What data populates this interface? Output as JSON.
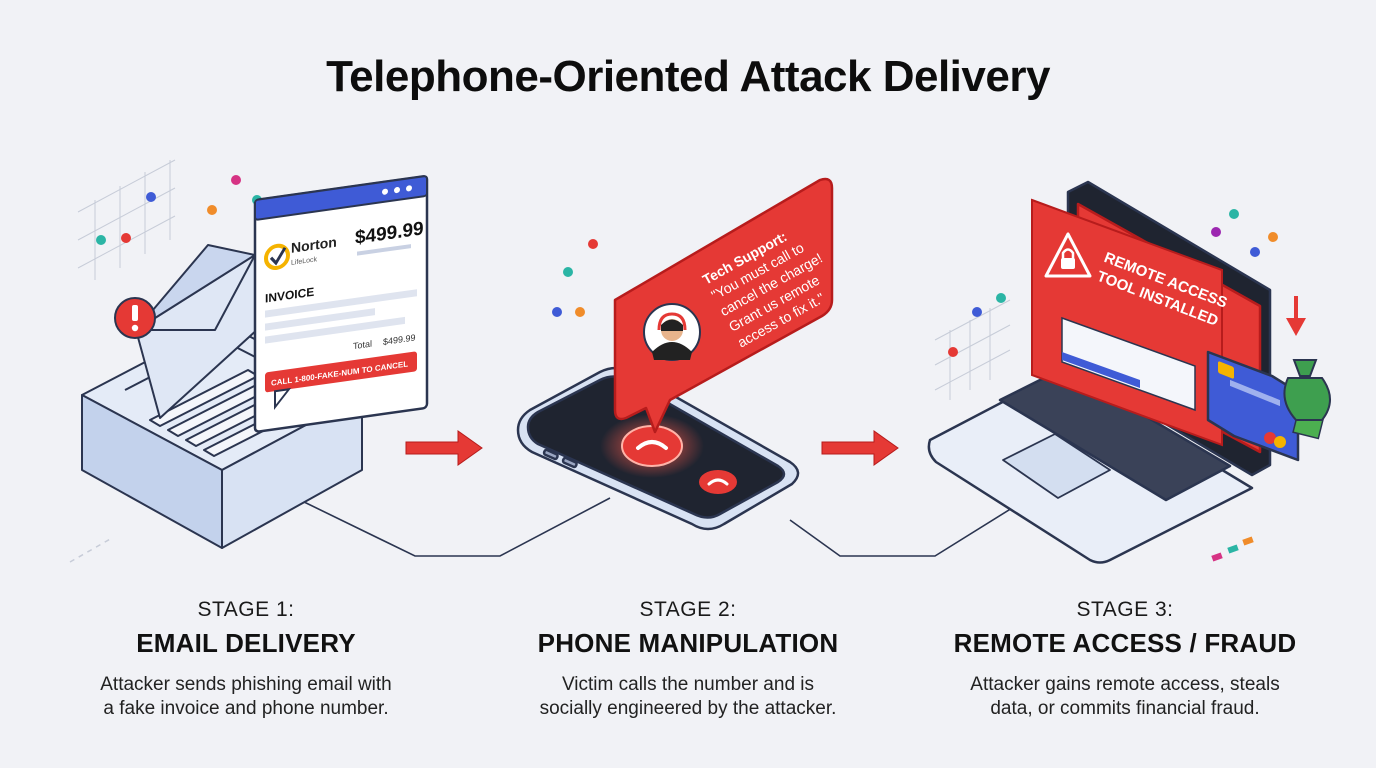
{
  "title": "Telephone-Oriented Attack Delivery",
  "colors": {
    "accent_red": "#e53935",
    "dark_red": "#b71c1c",
    "outline": "#2b3550",
    "box_blue": "#d3def0",
    "background": "#f1f2f6"
  },
  "stage1": {
    "number": "STAGE 1:",
    "name": "EMAIL DELIVERY",
    "desc1": "Attacker sends phishing email with",
    "desc2": "a fake invoice and phone number.",
    "invoice": {
      "brand": "Norton",
      "brand_sub": "LifeLock",
      "amount": "$499.99",
      "label": "INVOICE",
      "total_label": "Total",
      "total_value": "$499.99",
      "callout": "CALL 1-800-FAKE-NUM TO CANCEL"
    },
    "icons": [
      "inbox-tray-icon",
      "envelope-icon",
      "alert-icon",
      "norton-logo-icon"
    ]
  },
  "stage2": {
    "number": "STAGE 2:",
    "name": "PHONE MANIPULATION",
    "desc1": "Victim calls the number and is",
    "desc2": "socially engineered by the attacker.",
    "bubble": {
      "line1": "Tech Support:",
      "line2": "\"You must call to",
      "line3": "cancel the charge!",
      "line4": "Grant us remote",
      "line5": "access to fix it.\""
    },
    "icons": [
      "smartphone-icon",
      "incoming-call-icon",
      "hang-up-icon",
      "hacker-headset-icon"
    ]
  },
  "stage3": {
    "number": "STAGE 3:",
    "name": "REMOTE ACCESS / FRAUD",
    "desc1": "Attacker gains remote access, steals",
    "desc2": "data, or commits financial fraud.",
    "screen": {
      "line1": "REMOTE ACCESS",
      "line2": "TOOL INSTALLED"
    },
    "icons": [
      "laptop-icon",
      "warning-lock-icon",
      "credit-card-icon",
      "money-bag-icon",
      "down-arrow-icon"
    ]
  }
}
